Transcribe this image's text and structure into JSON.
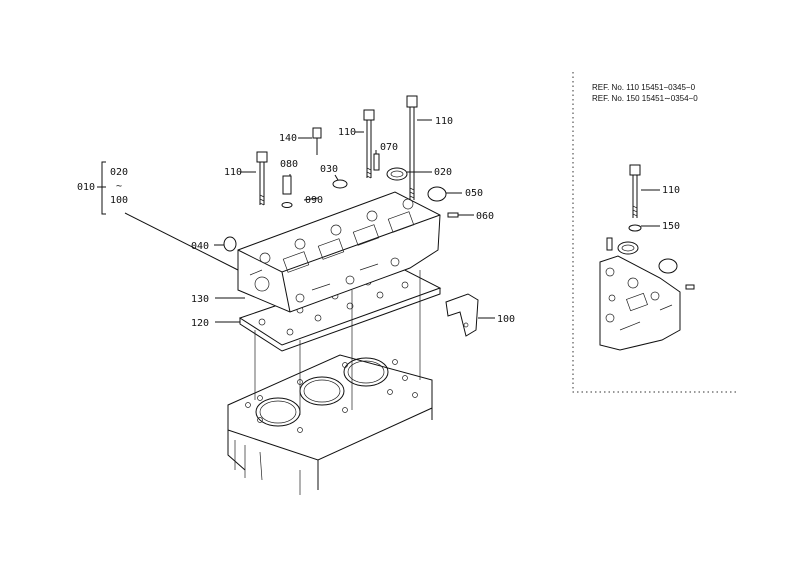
{
  "callouts": {
    "c010": "010",
    "c020": "020",
    "tilde": "~",
    "c100_group": "100",
    "c110_a": "110",
    "c080": "080",
    "c140": "140",
    "c110_b": "110",
    "c110_c": "110",
    "c030": "030",
    "c070": "070",
    "c020_b": "020",
    "c090": "090",
    "c050": "050",
    "c060": "060",
    "c040": "040",
    "c130": "130",
    "c120": "120",
    "c100": "100"
  },
  "inset": {
    "ref_line_1": "REF. No. 110 15451−0345−0",
    "ref_line_2": "REF. No. 150 15451∼0354−0",
    "c110": "110",
    "c150": "150"
  }
}
